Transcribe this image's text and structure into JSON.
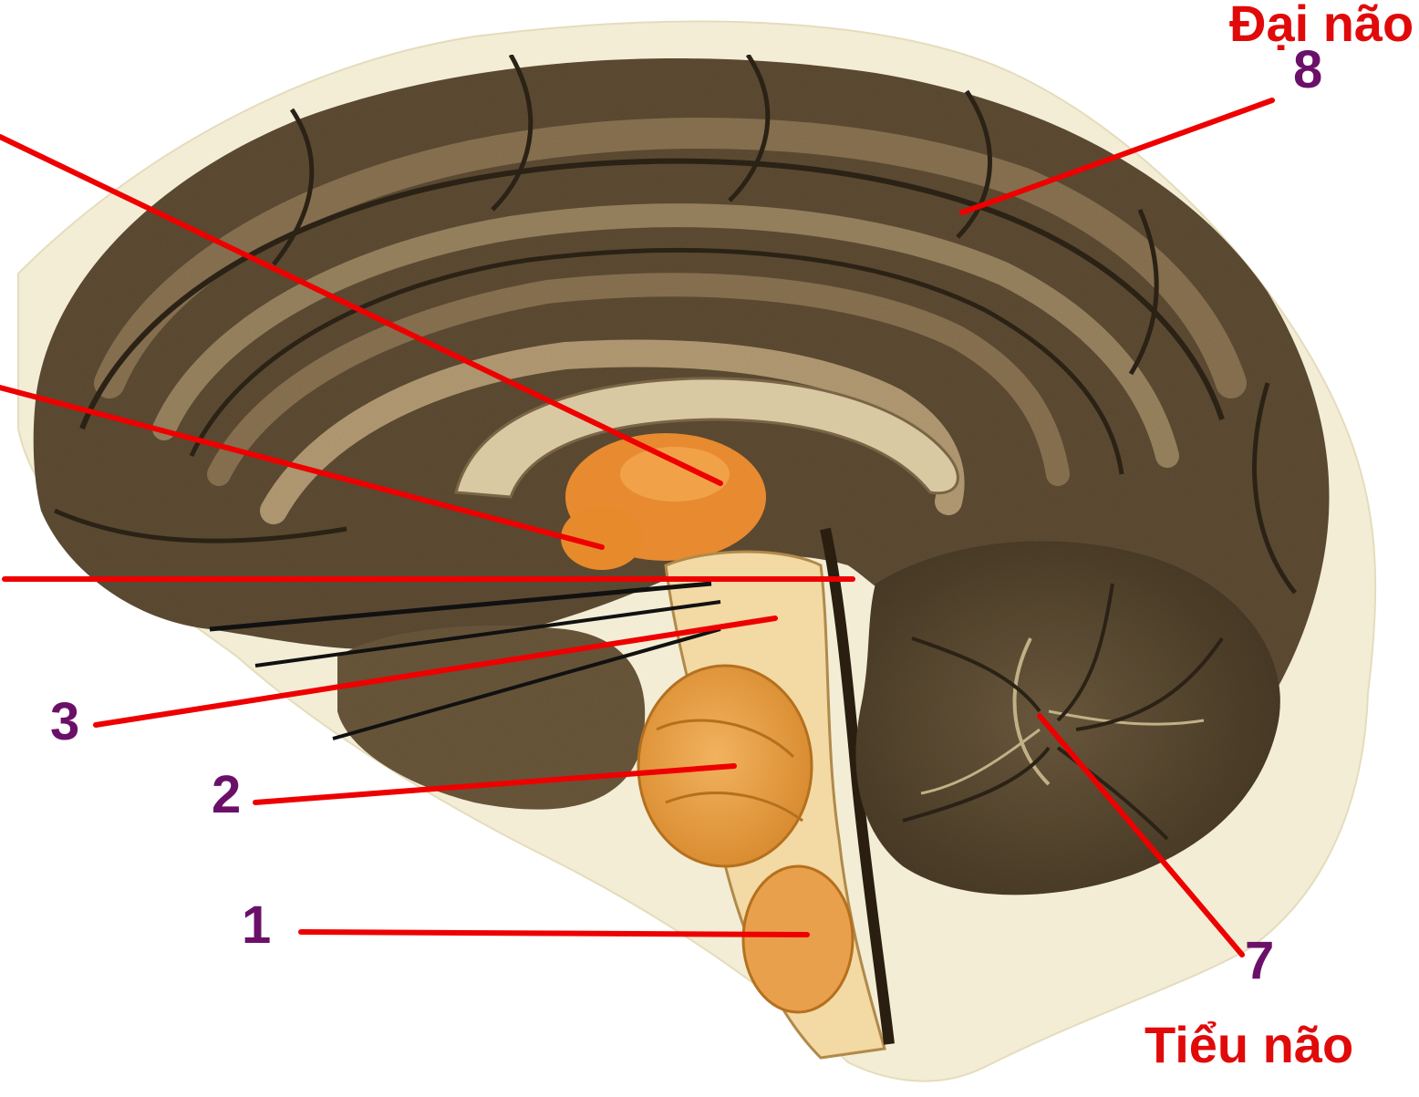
{
  "diagram": {
    "labels": {
      "n1": "1",
      "n2": "2",
      "n3": "3",
      "n7": "7",
      "n8": "8",
      "cerebrum": "Đại não",
      "cerebellum": "Tiểu não"
    },
    "colors": {
      "number_label": "#6b1069",
      "name_label": "#e10a0a",
      "leader_line": "#ee0000",
      "paper": "#f2ecd4",
      "cortex_dark": "#5a4a30",
      "cortex_mid": "#7a6546",
      "brainstem": "#e6a24c",
      "thalamus": "#e78a32"
    }
  }
}
